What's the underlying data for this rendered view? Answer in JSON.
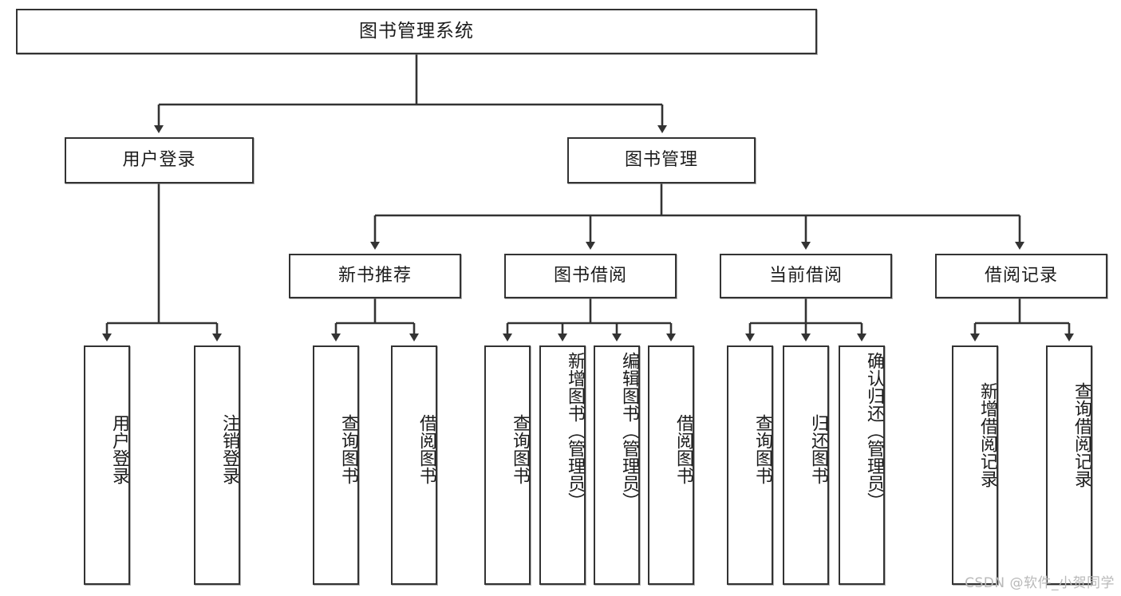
{
  "diagram": {
    "title": "图书管理系统",
    "root": {
      "label": "图书管理系统"
    },
    "level2": [
      {
        "label": "用户登录"
      },
      {
        "label": "图书管理"
      }
    ],
    "level3": [
      {
        "label": "新书推荐"
      },
      {
        "label": "图书借阅"
      },
      {
        "label": "当前借阅"
      },
      {
        "label": "借阅记录"
      }
    ],
    "leaves": {
      "login": [
        {
          "label": "用户登录"
        },
        {
          "label": "注销登录"
        }
      ],
      "recommend": [
        {
          "label": "查询图书"
        },
        {
          "label": "借阅图书"
        }
      ],
      "borrow": [
        {
          "label": "查询图书"
        },
        {
          "label": "新增图书（管理员）"
        },
        {
          "label": "编辑图书（管理员）"
        },
        {
          "label": "借阅图书"
        }
      ],
      "current": [
        {
          "label": "查询图书"
        },
        {
          "label": "归还图书"
        },
        {
          "label": "确认归还（管理员）"
        }
      ],
      "record": [
        {
          "label": "新增借阅记录"
        },
        {
          "label": "查询借阅记录"
        }
      ]
    }
  },
  "watermark": {
    "text": "CSDN @软件_小贺同学"
  },
  "colors": {
    "border": "#333333",
    "background": "#ffffff",
    "text": "#1c1c1c",
    "watermark": "#b9b9b9"
  }
}
